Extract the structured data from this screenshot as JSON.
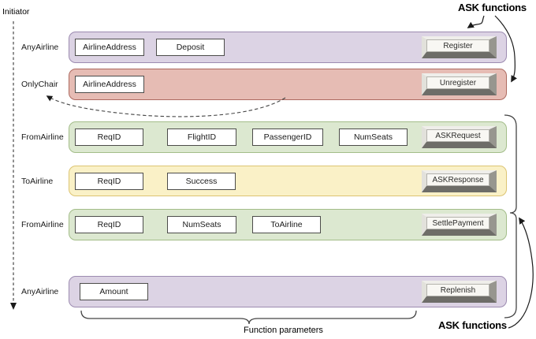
{
  "annotations": {
    "initiator": "Initiator",
    "ask_functions_top": "ASK functions",
    "ask_functions_bottom": "ASK functions",
    "function_parameters": "Function parameters"
  },
  "colors": {
    "band_purple": "#dcd3e4",
    "band_purple_border": "#9c8bb0",
    "band_red": "#e6bcb4",
    "band_red_border": "#ad6a60",
    "band_green": "#dce8d0",
    "band_green_border": "#a3bd89",
    "band_yellow": "#faf1c7",
    "band_yellow_border": "#dcc472",
    "param_box_border": "#4c4c4a",
    "arrow": "#3a3a3a"
  },
  "rows": [
    {
      "label": "AnyAirline",
      "color": "purple",
      "params": [
        "AirlineAddress",
        "Deposit"
      ],
      "button": "Register"
    },
    {
      "label": "OnlyChair",
      "color": "red",
      "params": [
        "AirlineAddress"
      ],
      "button": "Unregister"
    },
    {
      "label": "FromAirline",
      "color": "green",
      "params": [
        "ReqID",
        "FlightID",
        "PassengerID",
        "NumSeats"
      ],
      "button": "ASKRequest"
    },
    {
      "label": "ToAirline",
      "color": "yellow",
      "params": [
        "ReqID",
        "Success"
      ],
      "button": "ASKResponse"
    },
    {
      "label": "FromAirline",
      "color": "green",
      "params": [
        "ReqID",
        "NumSeats",
        "ToAirline"
      ],
      "button": "SettlePayment"
    },
    {
      "label": "AnyAirline",
      "color": "purple",
      "params": [
        "Amount"
      ],
      "button": "Replenish"
    }
  ]
}
